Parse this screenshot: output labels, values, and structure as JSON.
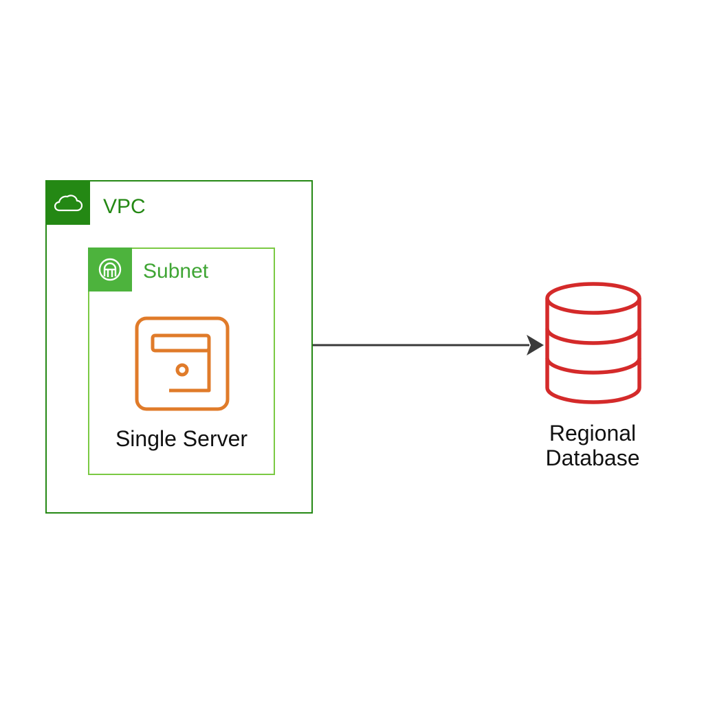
{
  "vpc": {
    "label": "VPC",
    "icon": "cloud-icon",
    "color": "#248814"
  },
  "subnet": {
    "label": "Subnet",
    "icon": "subnet-gateway-icon",
    "color": "#4db33d"
  },
  "server": {
    "label": "Single Server",
    "icon": "server-instance-icon",
    "color": "#e07b2a"
  },
  "connection": {
    "icon": "arrow-right-icon",
    "color": "#3a3a3a"
  },
  "database": {
    "label_line1": "Regional",
    "label_line2": "Database",
    "icon": "database-icon",
    "color": "#d42a2a"
  }
}
